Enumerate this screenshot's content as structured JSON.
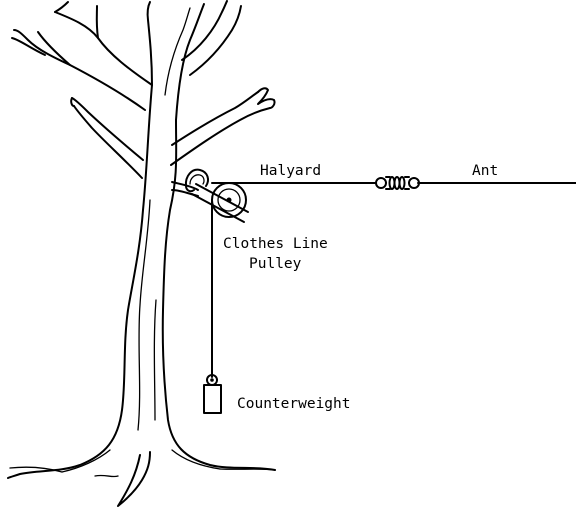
{
  "labels": {
    "halyard": "Halyard",
    "antenna": "Ant",
    "pulley_line1": "Clothes Line",
    "pulley_line2": "Pulley",
    "counterweight": "Counterweight"
  },
  "colors": {
    "ink": "#000000",
    "background": "#ffffff"
  }
}
